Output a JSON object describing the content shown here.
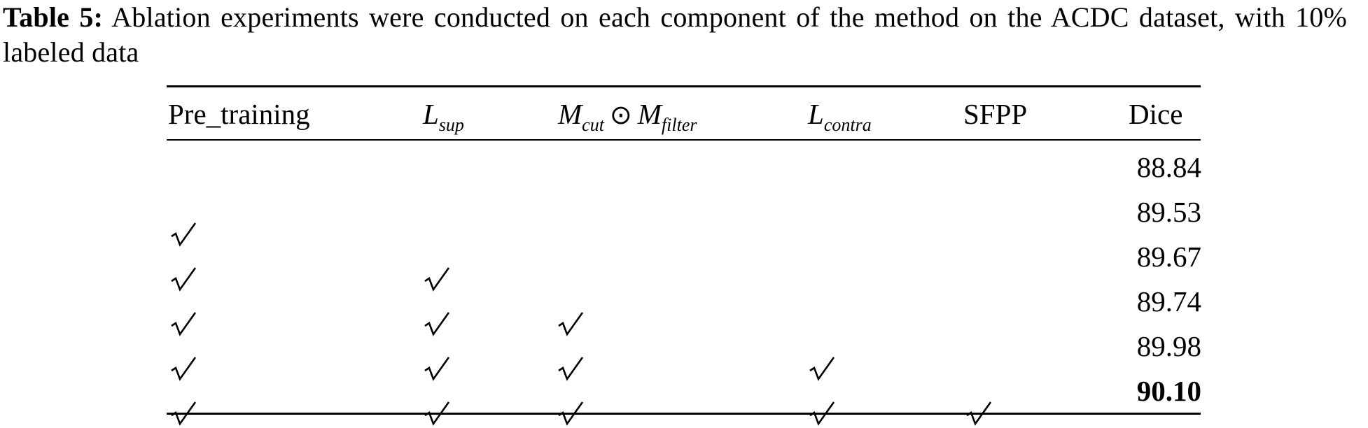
{
  "caption": {
    "label": "Table 5:",
    "text": " Ablation experiments were conducted on each component of the method on the ACDC dataset, with 10% labeled data"
  },
  "table": {
    "headers": {
      "pre_training": "Pre_training",
      "l_sup_main": "L",
      "l_sup_sub": "sup",
      "mask_m1": "M",
      "mask_m1_sub": "cut",
      "mask_op": "⊙",
      "mask_m2": "M",
      "mask_m2_sub": "filter",
      "l_contra_main": "L",
      "l_contra_sub": "contra",
      "sfpp": "SFPP",
      "dice": "Dice"
    },
    "rows": [
      {
        "dice": "88.84",
        "checks": [
          false,
          false,
          false,
          false,
          false
        ]
      },
      {
        "dice": "89.53",
        "checks": [
          true,
          false,
          false,
          false,
          false
        ]
      },
      {
        "dice": "89.67",
        "checks": [
          true,
          true,
          false,
          false,
          false
        ]
      },
      {
        "dice": "89.74",
        "checks": [
          true,
          true,
          true,
          false,
          false
        ]
      },
      {
        "dice": "89.98",
        "checks": [
          true,
          true,
          true,
          true,
          false
        ]
      },
      {
        "dice": "90.10",
        "checks": [
          true,
          true,
          true,
          true,
          true
        ],
        "best": true
      }
    ],
    "check_symbol": "√"
  }
}
